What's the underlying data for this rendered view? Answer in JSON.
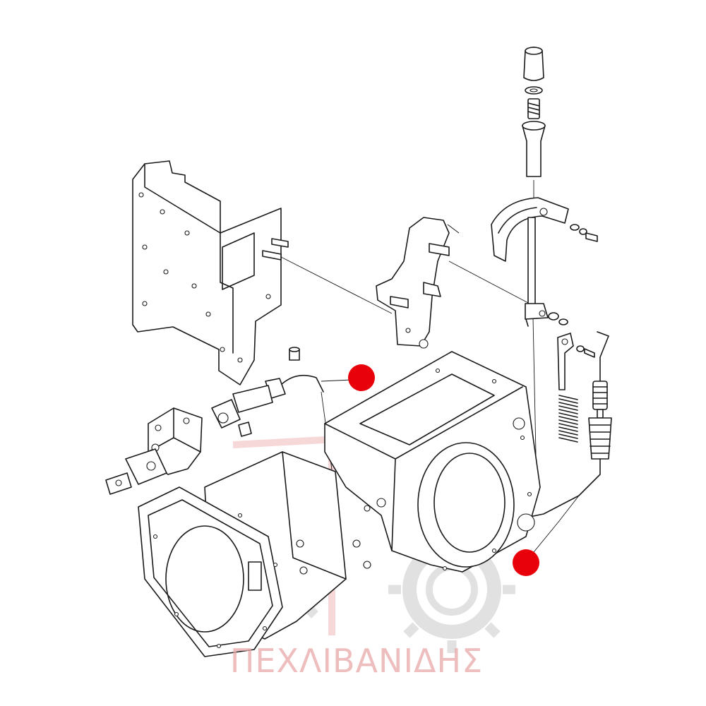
{
  "watermark": {
    "text": "ΠΕΧΛΙΒΑΝΙΔΗΣ",
    "color": "#e9a9a9"
  },
  "callouts": [
    {
      "name": "callout-sensor-cable",
      "color": "#e8000b"
    },
    {
      "name": "callout-lever-cable",
      "color": "#e8000b"
    }
  ],
  "colors": {
    "line": "#1a1a1a",
    "background": "#ffffff",
    "callout": "#e8000b",
    "gear_watermark": "#c9c9c9"
  }
}
